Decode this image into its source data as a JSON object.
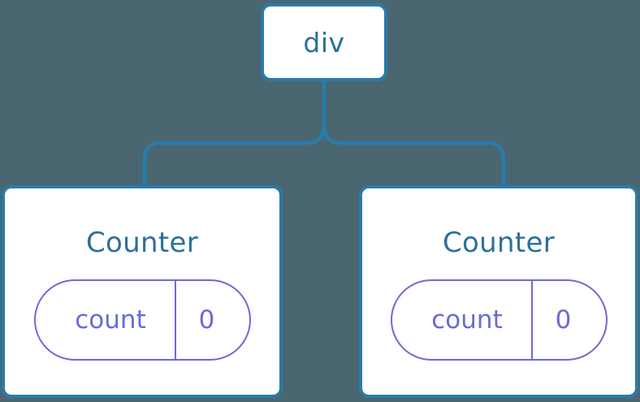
{
  "diagram": {
    "type": "component-tree",
    "background_color": "#4a6670",
    "node_border_color": "#2a7ba8",
    "node_text_color": "#2d7099",
    "state_color": "#6b6bd6",
    "connector_color": "#2a7ba8"
  },
  "root": {
    "label": "div"
  },
  "children": [
    {
      "label": "Counter",
      "state": {
        "key": "count",
        "value": "0"
      }
    },
    {
      "label": "Counter",
      "state": {
        "key": "count",
        "value": "0"
      }
    }
  ]
}
